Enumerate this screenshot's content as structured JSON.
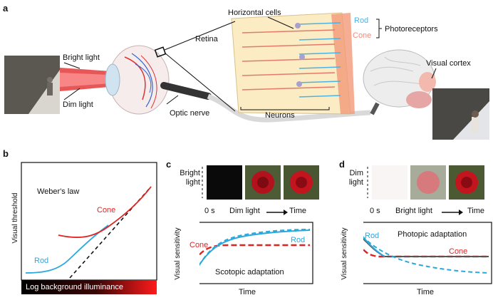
{
  "panel_a": {
    "letter": "a",
    "labels": {
      "bright_light": "Bright light",
      "dim_light": "Dim light",
      "retina": "Retina",
      "optic_nerve": "Optic nerve",
      "horizontal_cells": "Horizontal cells",
      "rod": "Rod",
      "cone": "Cone",
      "photoreceptors": "Photoreceptors",
      "neurons": "Neurons",
      "visual_cortex": "Visual cortex"
    },
    "colors": {
      "rod": "#4ab3e6",
      "cone": "#f08a7e",
      "light_beam": "#e43a3a"
    }
  },
  "panel_b": {
    "letter": "b",
    "ylabel": "Visual threshold",
    "xlabel": "Log background illuminance",
    "annotation": "Weber's law",
    "rod_label": "Rod",
    "cone_label": "Cone"
  },
  "panel_c": {
    "letter": "c",
    "top_label_line1": "Bright",
    "top_label_line2": "light",
    "time_start": "0 s",
    "condition": "Dim light",
    "time_label": "Time",
    "ylabel": "Visual sensitivity",
    "xlabel": "Time",
    "rod_label": "Rod",
    "cone_label": "Cone",
    "caption": "Scotopic adaptation"
  },
  "panel_d": {
    "letter": "d",
    "top_label_line1": "Dim",
    "top_label_line2": "light",
    "time_start": "0 s",
    "condition": "Bright light",
    "time_label": "Time",
    "ylabel": "Visual sensitivity",
    "xlabel": "Time",
    "rod_label": "Rod",
    "cone_label": "Cone",
    "caption": "Photopic adaptation"
  },
  "colors": {
    "rod": "#2aa8dc",
    "cone": "#e02222",
    "rose": "#b3121c"
  }
}
